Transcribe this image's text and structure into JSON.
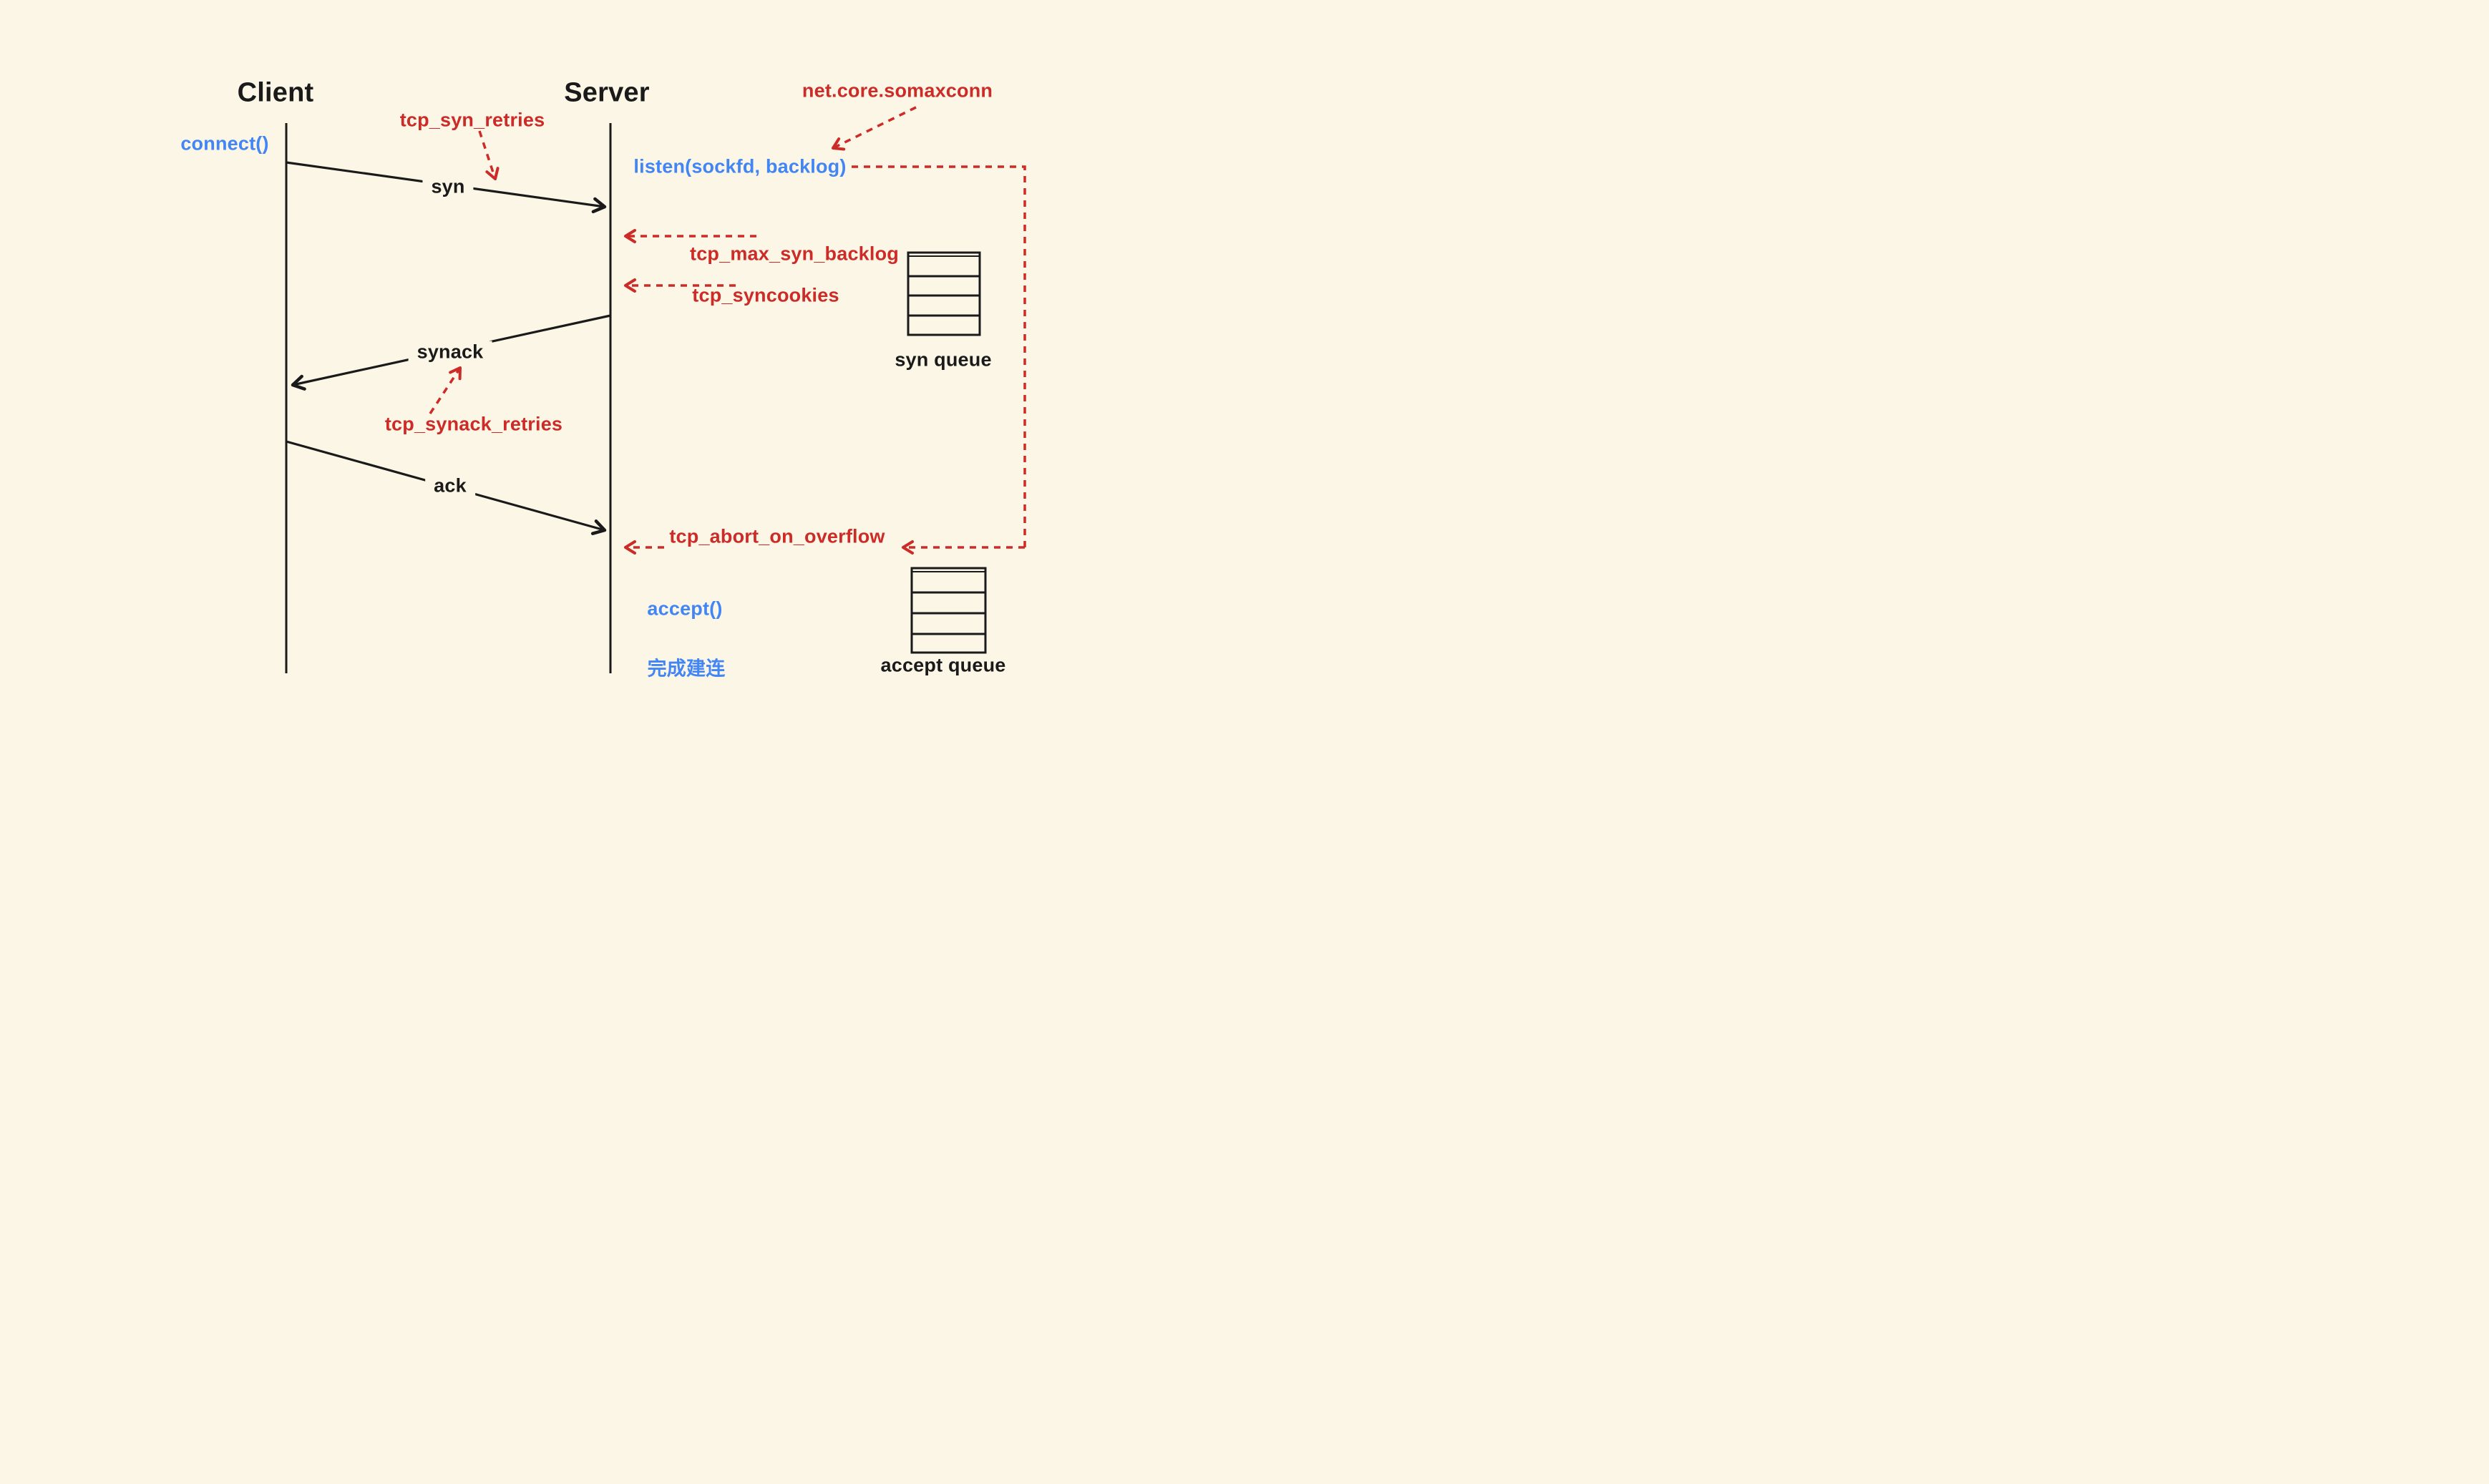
{
  "colors": {
    "background": "#FBF6E6",
    "red": "#CD2B27",
    "blue": "#4285F4",
    "black": "#1A1A1A"
  },
  "lifelines": {
    "client": {
      "title": "Client"
    },
    "server": {
      "title": "Server"
    }
  },
  "client_side": {
    "connect_label": "connect()"
  },
  "server_side": {
    "listen_label": "listen(sockfd, backlog)",
    "accept_label": "accept()",
    "established_label": "完成建连"
  },
  "messages": {
    "syn": "syn",
    "synack": "synack",
    "ack": "ack"
  },
  "kernel_params": {
    "tcp_syn_retries": "tcp_syn_retries",
    "net_core_somaxconn": "net.core.somaxconn",
    "tcp_max_syn_backlog": "tcp_max_syn_backlog",
    "tcp_syncookies": "tcp_syncookies",
    "tcp_synack_retries": "tcp_synack_retries",
    "tcp_abort_on_overflow": "tcp_abort_on_overflow"
  },
  "queues": {
    "syn_queue_label": "syn queue",
    "accept_queue_label": "accept queue"
  }
}
